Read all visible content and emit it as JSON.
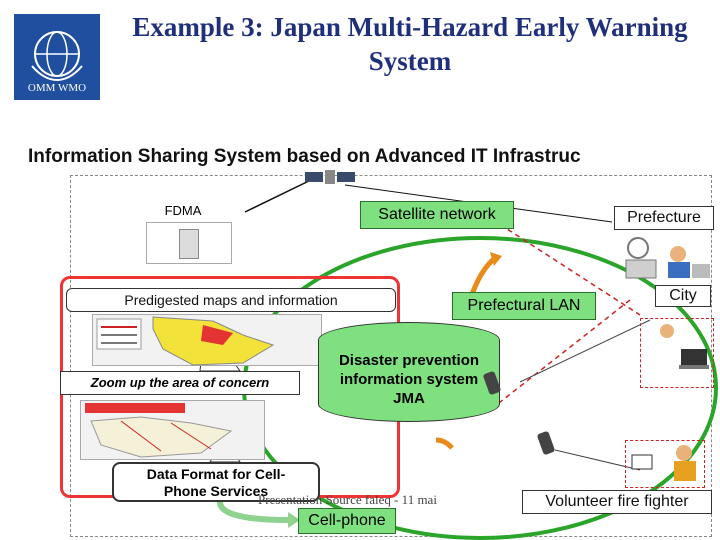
{
  "header": {
    "title_line1": "Example 3: Japan Multi-Hazard Early Warning",
    "title_line2": "System",
    "logo_text": "OMM WMO"
  },
  "subtitle": "Information Sharing System based on Advanced IT Infrastruc",
  "diagram": {
    "fdma": "FDMA",
    "satellite": "Satellite network",
    "prefecture": "Prefecture",
    "predigested": "Predigested maps and information",
    "prefectural_lan": "Prefectural LAN",
    "city": "City",
    "zoom": "Zoom up the area of concern",
    "jma_line1": "Disaster prevention",
    "jma_line2": "information system",
    "jma_line3": "JMA",
    "data_format_line1": "Data Format for Cell-",
    "data_format_line2": "Phone Services",
    "cellphone": "Cell-phone",
    "volunteer": "Volunteer fire fighter",
    "footer": "Presentation Source faleq - 11 mai"
  },
  "colors": {
    "title": "#1f2f7a",
    "logo_bg": "#1f4f9e",
    "green": "#7fe07f",
    "loop": "#2aa52a",
    "red_panel": "#e33333",
    "map_yellow": "#f2e23a"
  }
}
